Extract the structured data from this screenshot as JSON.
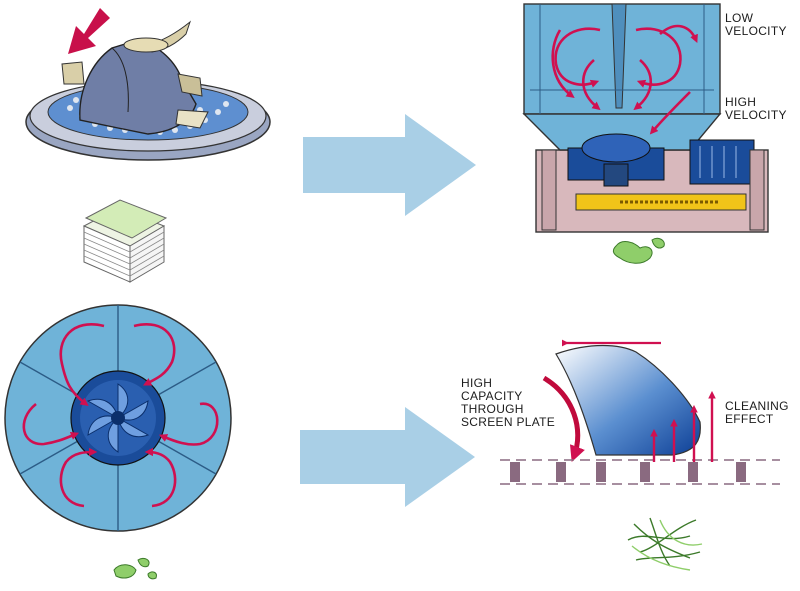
{
  "labels": {
    "low_velocity": "LOW\nVELOCITY",
    "high_velocity": "HIGH\nVELOCITY",
    "high_capacity": "HIGH\nCAPACITY\nTHROUGH\nSCREEN PLATE",
    "cleaning_effect": "CLEANING\nEFFECT"
  },
  "colors": {
    "flow_arrow": "#a9cfe6",
    "pulper_body": "#6f7ea6",
    "tank_blue": "#6fb3d8",
    "base_pink": "#d8b8bc",
    "rotor_blue": "#1a4c9a",
    "circulation_red": "#d01050",
    "screen_bar": "#8a6a80",
    "fiber_green": "#8fce6a",
    "yellow_plate": "#f0c419"
  },
  "icons": [
    "pulper-illustration",
    "paper-stack-icon",
    "pulper-tank-section",
    "rotor-top-view",
    "foil-blade",
    "pulp-fragment-icon",
    "fiber-bundle-icon"
  ]
}
